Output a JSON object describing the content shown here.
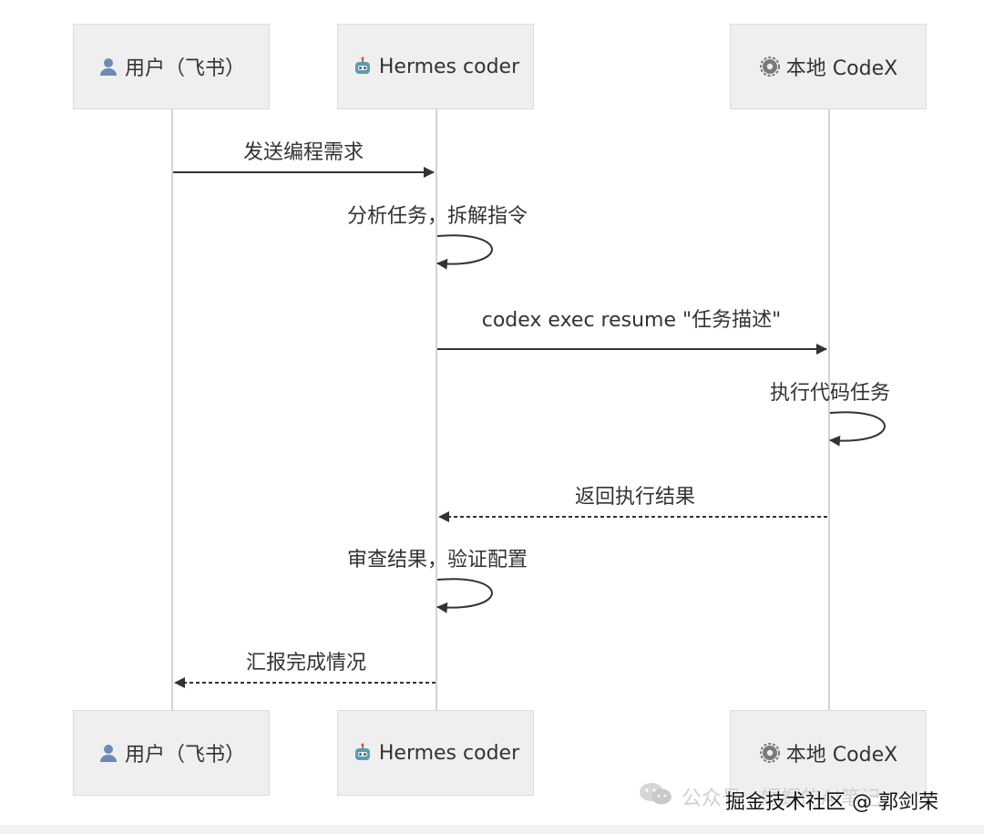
{
  "participants": [
    {
      "id": "user",
      "label": "用户（飞书）",
      "icon": "user-icon"
    },
    {
      "id": "hermes",
      "label": "Hermes coder",
      "icon": "robot-icon"
    },
    {
      "id": "codex",
      "label": "本地 CodeX",
      "icon": "gear-icon"
    }
  ],
  "messages": [
    {
      "from": "user",
      "to": "hermes",
      "label": "发送编程需求",
      "style": "solid"
    },
    {
      "from": "hermes",
      "to": "hermes",
      "label": "分析任务，拆解指令",
      "style": "self"
    },
    {
      "from": "hermes",
      "to": "codex",
      "label": "codex exec resume \"任务描述\"",
      "style": "solid"
    },
    {
      "from": "codex",
      "to": "codex",
      "label": "执行代码任务",
      "style": "self"
    },
    {
      "from": "codex",
      "to": "hermes",
      "label": "返回执行结果",
      "style": "dashed"
    },
    {
      "from": "hermes",
      "to": "hermes",
      "label": "审查结果，验证配置",
      "style": "self"
    },
    {
      "from": "hermes",
      "to": "user",
      "label": "汇报完成情况",
      "style": "dashed"
    }
  ],
  "watermark": {
    "account": "公众号 · 蝈蝈的AI笔记",
    "platform": "掘金技术社区 @ 郭剑荣"
  },
  "colors": {
    "actor_bg": "#efefef",
    "actor_border": "#dcdcdc",
    "lifeline": "#d4d4d4",
    "arrow": "#333333"
  }
}
